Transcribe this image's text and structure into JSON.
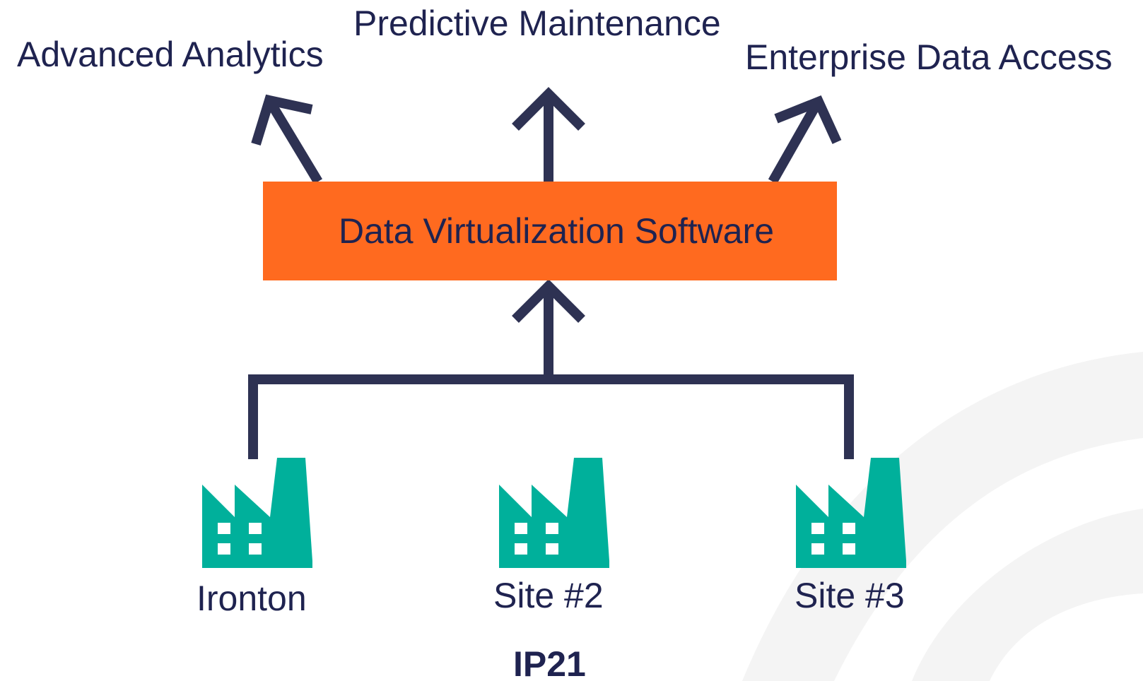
{
  "outputs": {
    "advanced_analytics": "Advanced Analytics",
    "predictive_maintenance": "Predictive Maintenance",
    "enterprise_data_access": "Enterprise Data Access"
  },
  "platform": {
    "label": "Data Virtualization Software"
  },
  "sites": [
    {
      "label": "Ironton"
    },
    {
      "label": "Site #2"
    },
    {
      "label": "Site #3"
    }
  ],
  "source_system": "IP21",
  "colors": {
    "navy": "#1f2350",
    "connector": "#2e3253",
    "orange": "#ff6a1f",
    "teal": "#00b09b",
    "background_arc": "#f2f2f2"
  },
  "icons": {
    "site": "factory-icon",
    "flow": "arrow-up-icon"
  }
}
